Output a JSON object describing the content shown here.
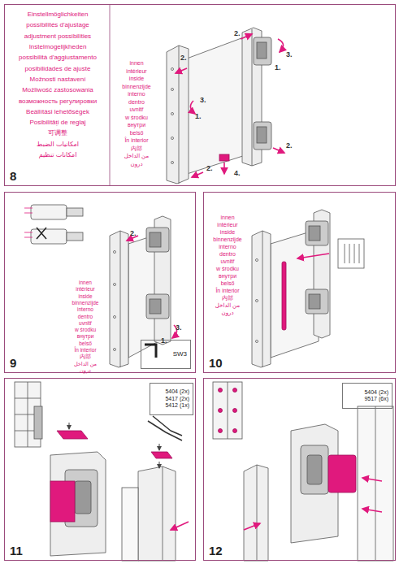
{
  "diagram": {
    "nodes": [
      {
        "text": [
          "8"
        ]
      },
      {
        "text": [
          "Einstellmöglichkeiten",
          "possibilités d'ajustage",
          "adjustment possibilities",
          "Instelmogelijkheden",
          "possibilità d'aggiustamento",
          "posibilidades de ajuste",
          "Možnosti nastavení",
          "Możliwość zastosowania",
          "возможность регулировки",
          "Beállítási lehetőségek",
          "Posibilități de reglaj",
          "可调整",
          "امكانيات الضبط",
          "امکانات تنظیم"
        ],
        "in": 0
      },
      {
        "text": [
          "9"
        ]
      },
      {
        "text": [
          "SW3"
        ],
        "in": 2
      },
      {
        "text": [
          "10"
        ]
      },
      {
        "text": [
          "11"
        ]
      },
      {
        "text": [
          "5404 (2x)",
          "5417 (2x)",
          "5412 (1x)"
        ],
        "in": 5
      },
      {
        "text": [
          "12"
        ]
      },
      {
        "text": [
          "5404 (2x)",
          "9517 (6x)"
        ],
        "in": 7
      }
    ],
    "labels": [
      "innen",
      "intérieur",
      "inside",
      "binnenzijde",
      "interno",
      "dentro",
      "uvnitř",
      "w środku",
      "внутри",
      "belső",
      "În interior",
      "内部",
      "من الداخل",
      "درون",
      "2.",
      "2.",
      "3.",
      "1.",
      "3.",
      "1.",
      "2.",
      "2.",
      "4.",
      "2.",
      "3.",
      "1.",
      "innen",
      "intérieur",
      "inside",
      "binnenzijde",
      "interno",
      "dentro",
      "uvnitř",
      "w środku",
      "внутри",
      "belső",
      "În interior",
      "内部",
      "من الداخل",
      "درون",
      "innen",
      "intérieur",
      "inside",
      "binnenzijde",
      "interno",
      "dentro",
      "uvnitř",
      "w środku",
      "внутри",
      "belső",
      "În interior",
      "内部",
      "من الداخل",
      "درون"
    ]
  }
}
